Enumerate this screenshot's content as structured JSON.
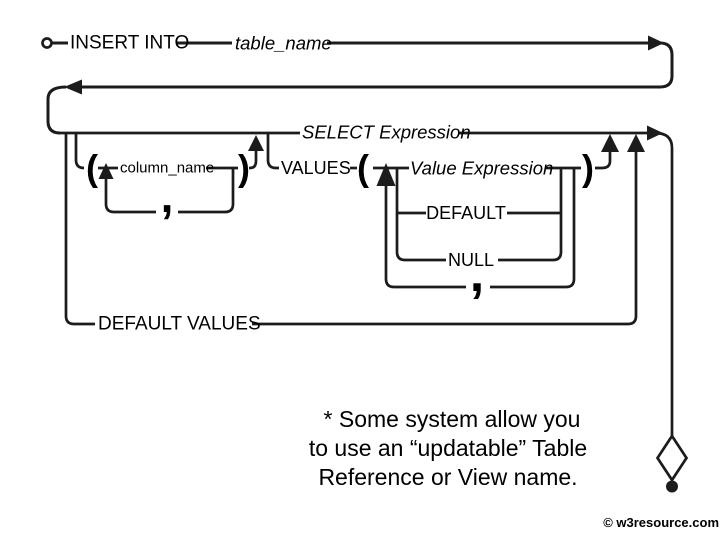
{
  "tokens": {
    "insert_into": "INSERT INTO",
    "table_name": "table_name",
    "select_expression": "SELECT Expression",
    "column_name": "column_name",
    "values": "VALUES",
    "value_expression": "Value Expression",
    "default": "DEFAULT",
    "null": "NULL",
    "default_values": "DEFAULT VALUES",
    "open_paren": "(",
    "close_paren": ")",
    "comma": ","
  },
  "note": {
    "line1": "* Some system allow you",
    "line2": "to use an “updatable” Table",
    "line3": "Reference or View name."
  },
  "watermark": "© w3resource.com",
  "colors": {
    "line": "#1c1c1c",
    "text": "#000000",
    "background": "#ffffff"
  }
}
